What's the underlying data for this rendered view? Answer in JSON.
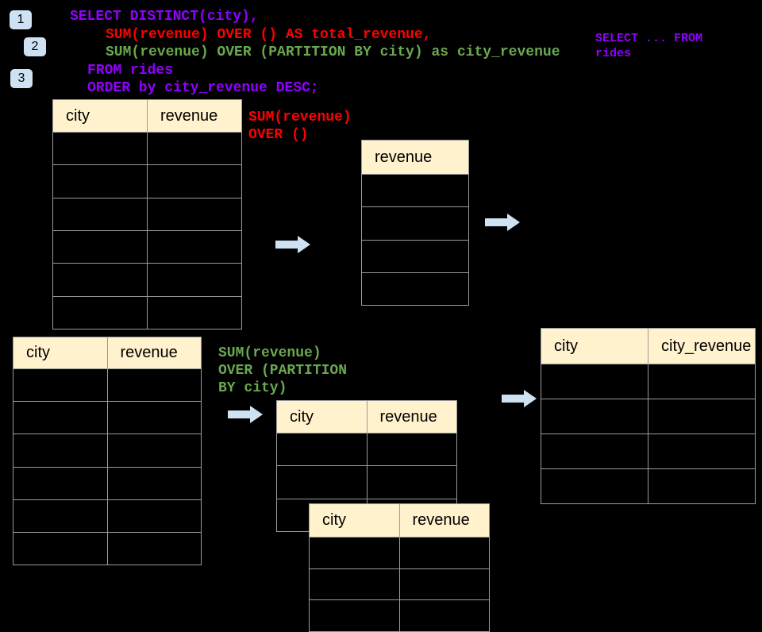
{
  "colors": {
    "background": "#000000",
    "keyword_purple": "#9100FF",
    "total_red": "#FE0000",
    "partition_green": "#6AA84F",
    "table_header_bg": "#FFF2CC",
    "table_border": "#9B9B9B",
    "arrow_blue": "#CFE2F3",
    "badge_bg": "#CFE2F3"
  },
  "step_badges": [
    {
      "label": "1"
    },
    {
      "label": "2"
    },
    {
      "label": "3"
    }
  ],
  "sql": {
    "lines": [
      "SELECT DISTINCT(city),",
      "SUM(revenue) OVER () AS total_revenue,",
      "SUM(revenue) OVER (PARTITION BY city) as city_revenue",
      "FROM rides",
      "ORDER by city_revenue DESC;"
    ]
  },
  "corner_note": {
    "line1": "SELECT ... FROM",
    "line2": "rides"
  },
  "labels": {
    "total": {
      "line1": "SUM(revenue)",
      "line2": "OVER ()"
    },
    "partition": {
      "line1": "SUM(revenue)",
      "line2": "OVER (PARTITION",
      "line3": "BY city)"
    }
  },
  "tables": {
    "rides_top": {
      "columns": [
        "city",
        "revenue"
      ],
      "rows": 6
    },
    "revenue_only": {
      "columns": [
        "revenue"
      ],
      "rows": 4
    },
    "rides_bottom": {
      "columns": [
        "city",
        "revenue"
      ],
      "rows": 6
    },
    "partition_a": {
      "columns": [
        "city",
        "revenue"
      ],
      "rows": 3
    },
    "partition_b": {
      "columns": [
        "city",
        "revenue"
      ],
      "rows": 3
    },
    "city_revenue_result": {
      "columns": [
        "city",
        "city_revenue"
      ],
      "rows": 4
    }
  }
}
